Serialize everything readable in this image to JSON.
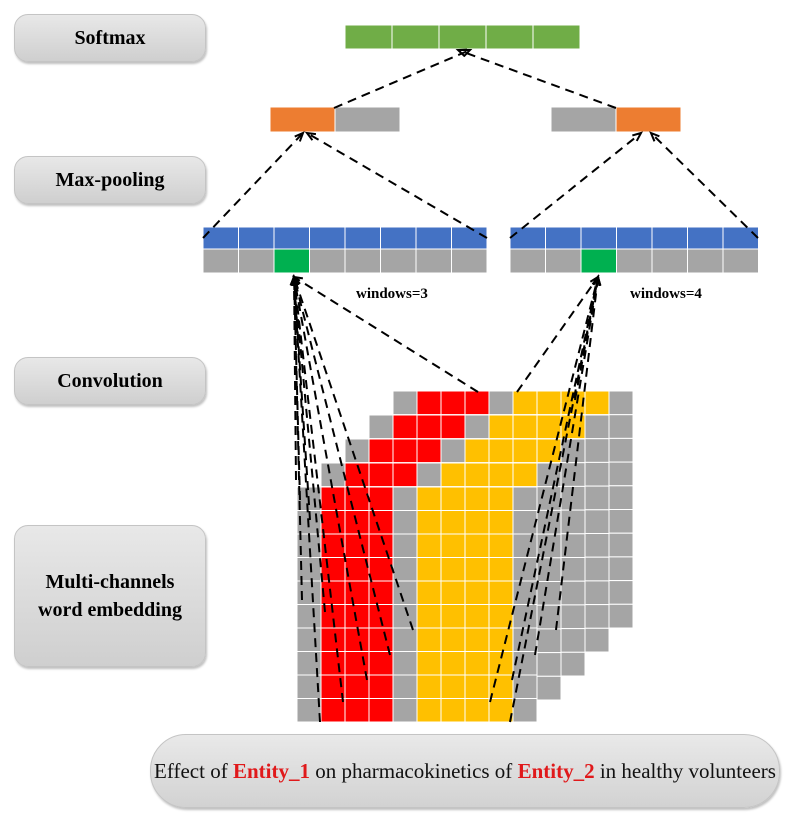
{
  "labels": {
    "softmax": "Softmax",
    "max_pooling": "Max-pooling",
    "convolution": "Convolution",
    "embedding_line1": "Multi-channels",
    "embedding_line2": "word embedding"
  },
  "windows": [
    "windows=3",
    "windows=4"
  ],
  "sentence": {
    "part1": "Effect of ",
    "entity1": "Entity_1",
    "part2": " on pharmacokinetics of ",
    "entity2": "Entity_2",
    "part3": " in healthy volunteers"
  },
  "colors": {
    "green": "#70ad47",
    "orange": "#ed7d31",
    "gray": "#a5a5a5",
    "blue": "#4472c4",
    "bright_green": "#00b050",
    "red": "#ff0000",
    "yellow": "#ffc000"
  }
}
